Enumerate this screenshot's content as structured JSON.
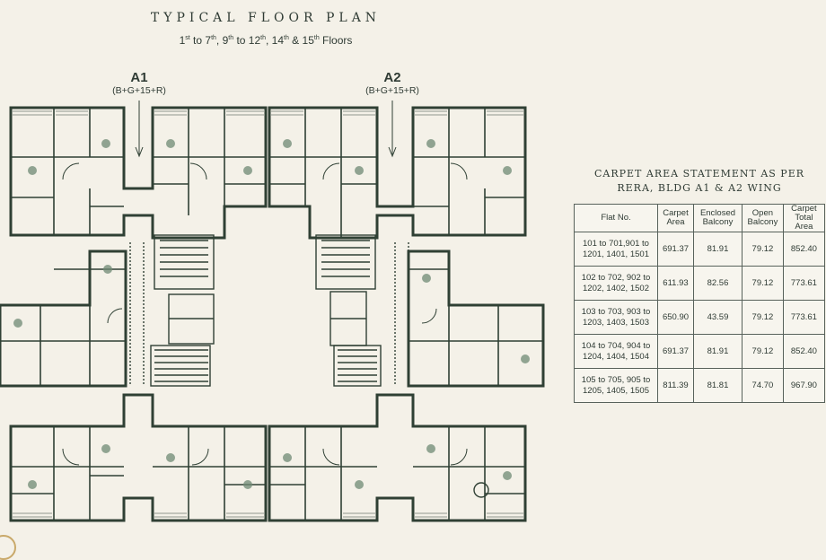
{
  "header": {
    "title": "TYPICAL FLOOR PLAN",
    "floors": [
      {
        "num": "1",
        "sup": "st",
        "text": " to 7"
      },
      {
        "num": "",
        "sup": "th",
        "text": ",  9"
      },
      {
        "num": "",
        "sup": "th",
        "text": " to 12"
      },
      {
        "num": "",
        "sup": "th",
        "text": ",  14"
      },
      {
        "num": "",
        "sup": "th",
        "text": " & 15"
      },
      {
        "num": "",
        "sup": "th",
        "text": " Floors"
      }
    ]
  },
  "wings": {
    "a1": {
      "name": "A1",
      "sub": "(B+G+15+R)"
    },
    "a2": {
      "name": "A2",
      "sub": "(B+G+15+R)"
    }
  },
  "statement": {
    "line1": "CARPET AREA STATEMENT AS PER",
    "line2": "RERA, BLDG A1 & A2 WING"
  },
  "table": {
    "headers": [
      "Flat No.",
      "Carpet Area",
      "Enclosed Balcony",
      "Open Balcony",
      "Carpet Total Area"
    ],
    "rows": [
      [
        "101 to 701,901 to 1201, 1401, 1501",
        "691.37",
        "81.91",
        "79.12",
        "852.40"
      ],
      [
        "102 to 702, 902 to 1202, 1402, 1502",
        "611.93",
        "82.56",
        "79.12",
        "773.61"
      ],
      [
        "103 to 703, 903 to 1203, 1403, 1503",
        "650.90",
        "43.59",
        "79.12",
        "773.61"
      ],
      [
        "104 to 704, 904 to 1204, 1404, 1504",
        "691.37",
        "81.91",
        "79.12",
        "852.40"
      ],
      [
        "105 to 705, 905 to 1205, 1405, 1505",
        "811.39",
        "81.81",
        "74.70",
        "967.90"
      ]
    ]
  },
  "colors": {
    "background": "#f4f1e8",
    "wall": "#2f4034",
    "greenery": "#6f8a74",
    "text": "#2e3a33",
    "seal": "#c9a96a"
  }
}
